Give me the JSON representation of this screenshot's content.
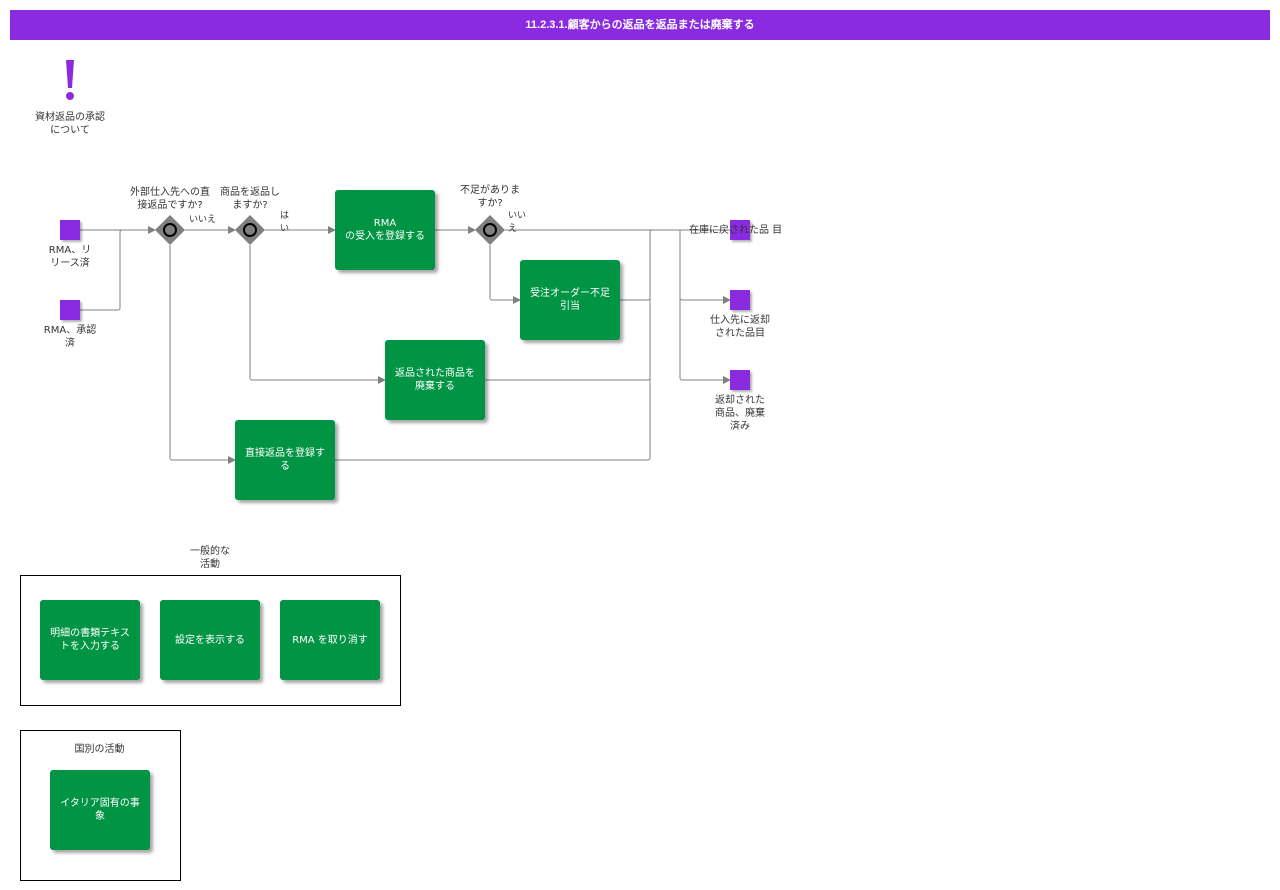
{
  "title": "11.2.3.1.顧客からの返品を返品または廃棄する",
  "colors": {
    "title_bg": "#8a2be2",
    "task": "#009444",
    "event": "#8a2be2",
    "gateway": "#808080",
    "flow": "#808080"
  },
  "info": {
    "icon": "exclamation-icon",
    "label": "資材返品の承認\nについて"
  },
  "start_events": [
    {
      "label": "RMA、リ\nリース済"
    },
    {
      "label": "RMA、承認\n済"
    }
  ],
  "gateways": [
    {
      "question": "外部仕入先への直\n接返品ですか?",
      "out_label": "いいえ"
    },
    {
      "question": "商品を返品し\nますか?",
      "out_label": "は\nい"
    },
    {
      "question": "不足がありま\nすか?",
      "out_label": "いい\nえ"
    }
  ],
  "tasks": {
    "register_rma": "RMA\nの受入を登録する",
    "allocate_shortage": "受注オーダー不足\n引当",
    "scrap_returned": "返品された商品を\n廃棄する",
    "register_direct_return": "直接返品を登録す\nる"
  },
  "end_events": [
    {
      "label": "在庫に戻された品 目"
    },
    {
      "label": "仕入先に返却\nされた品目"
    },
    {
      "label": "返却された\n商品、廃棄\n済み"
    }
  ],
  "general": {
    "title": "一般的な\n活動",
    "tasks": [
      "明細の書類テキス\nトを入力する",
      "設定を表示する",
      "RMA を取り消す"
    ]
  },
  "country": {
    "title": "国別の活動",
    "tasks": [
      "イタリア固有の事\n象"
    ]
  }
}
